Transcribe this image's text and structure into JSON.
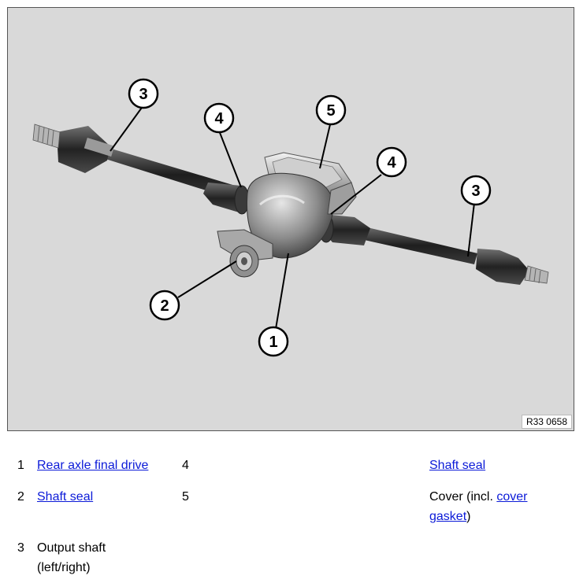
{
  "figure": {
    "code": "R33 0658",
    "callouts": {
      "c1": "1",
      "c2": "2",
      "c3a": "3",
      "c3b": "3",
      "c4a": "4",
      "c4b": "4",
      "c5": "5"
    }
  },
  "legend": {
    "item1": {
      "num": "1",
      "link": "Rear axle final drive"
    },
    "item2": {
      "num": "2",
      "link": "Shaft seal"
    },
    "item3": {
      "num": "3",
      "line1": "Output shaft",
      "line2": "(left/right)"
    },
    "item4": {
      "num": "4",
      "link": "Shaft seal"
    },
    "item5": {
      "num": "5",
      "text_before": "Cover (incl. ",
      "link_part1": "cover",
      "link_part2": "gasket",
      "text_after": ")"
    }
  },
  "colors": {
    "background": "#d9d9d9",
    "link": "#0b1ad8"
  }
}
